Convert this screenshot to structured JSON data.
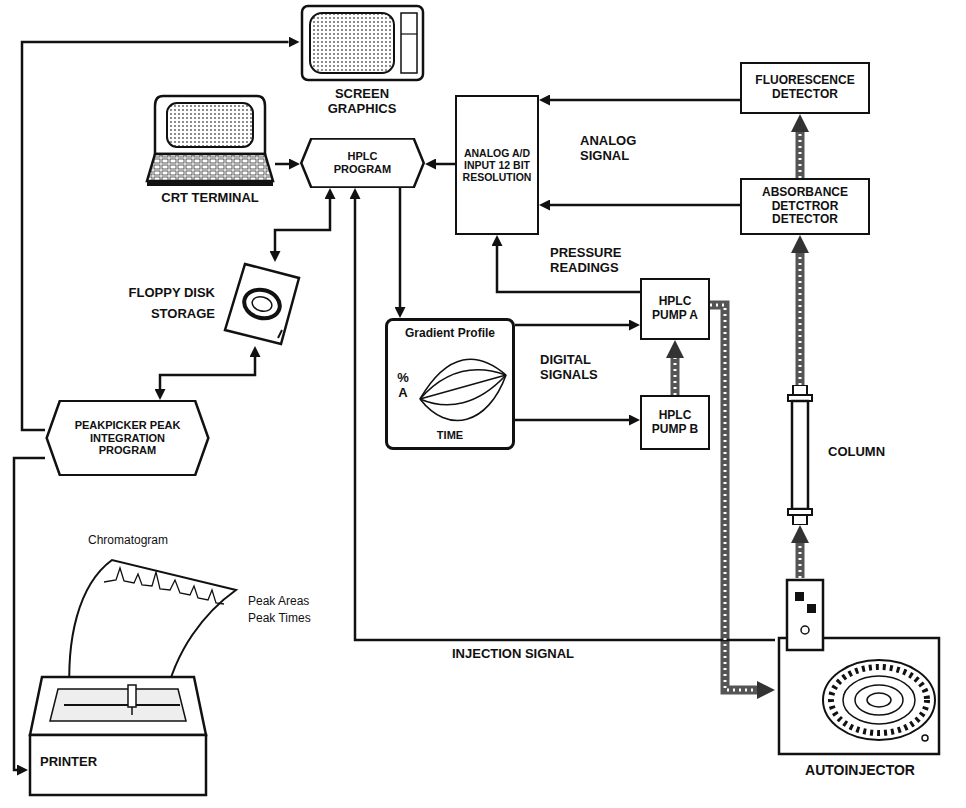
{
  "diagram": {
    "nodes": [
      {
        "text": [
          "SCREEN GRAPHICS"
        ]
      },
      {
        "text": [
          "CRT TERMINAL"
        ]
      },
      {
        "text": [
          "HPLC PROGRAM"
        ]
      },
      {
        "text": [
          "FLOPPY DISK STORAGE"
        ]
      },
      {
        "text": [
          "PEAKPICKER PEAK INTEGRATION PROGRAM"
        ]
      },
      {
        "text": [
          "PRINTER"
        ]
      },
      {
        "text": [
          "Gradient Profile",
          "% A",
          "TIME"
        ]
      },
      {
        "text": [
          "ANALOG A/D INPUT 12 BIT RESOLUTION"
        ]
      },
      {
        "text": [
          "FLUORESCENCE DETECTOR"
        ]
      },
      {
        "text": [
          "ABSORBANCE DETCTROR DETECTOR"
        ]
      },
      {
        "text": [
          "HPLC PUMP A"
        ]
      },
      {
        "text": [
          "HPLC PUMP B"
        ]
      },
      {
        "text": [
          "COLUMN"
        ]
      },
      {
        "text": [
          "AUTOINJECTOR"
        ]
      }
    ],
    "edges": [
      {
        "from": 1,
        "to": 2,
        "arrow": "to"
      },
      {
        "from": 2,
        "to": 3,
        "arrow": "both"
      },
      {
        "from": 3,
        "to": 4,
        "arrow": "both"
      },
      {
        "from": 4,
        "to": 0,
        "arrow": "to"
      },
      {
        "from": 4,
        "to": 5,
        "arrow": "to"
      },
      {
        "from": 2,
        "to": 6,
        "arrow": "to"
      },
      {
        "from": 6,
        "to": 10,
        "arrow": "to"
      },
      {
        "from": 6,
        "to": 11,
        "arrow": "to"
      },
      {
        "from": 7,
        "to": 2,
        "arrow": "to"
      },
      {
        "from": 8,
        "to": 7,
        "arrow": "to"
      },
      {
        "from": 9,
        "to": 7,
        "arrow": "to"
      },
      {
        "from": 10,
        "to": 7,
        "arrow": "to",
        "label": "PRESSURE READINGS"
      },
      {
        "from": 11,
        "to": 10,
        "arrow": "to"
      },
      {
        "from": 10,
        "to": 13,
        "arrow": "to"
      },
      {
        "from": 13,
        "to": 12,
        "arrow": "to"
      },
      {
        "from": 12,
        "to": 9,
        "arrow": "to"
      },
      {
        "from": 9,
        "to": 8,
        "arrow": "to"
      },
      {
        "from": 13,
        "to": 2,
        "arrow": "to",
        "label": "INJECTION SIGNAL"
      }
    ],
    "labels": [
      "ANALOG SIGNAL",
      "DIGITAL SIGNALS",
      "Chromatogram",
      "Peak Areas",
      "Peak Times"
    ]
  }
}
